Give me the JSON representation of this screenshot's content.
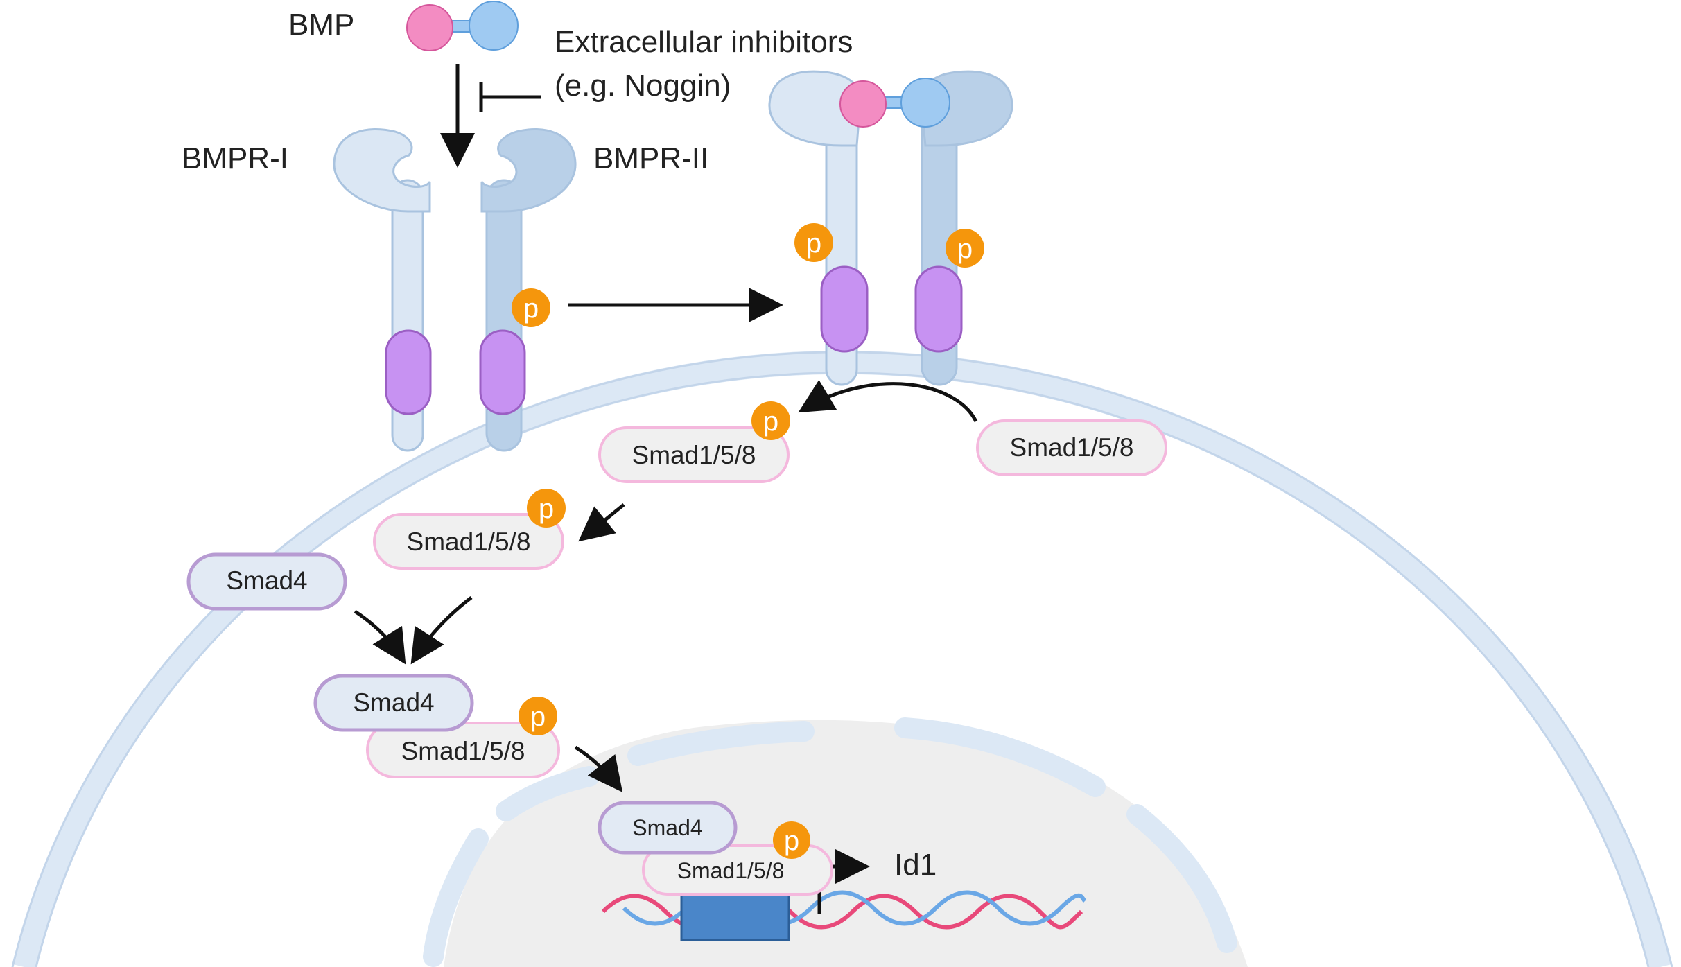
{
  "labels": {
    "bmp": "BMP",
    "inhibitors_line1": "Extracellular inhibitors",
    "inhibitors_line2": "(e.g. Noggin)",
    "bmpr1": "BMPR-I",
    "bmpr2": "BMPR-II",
    "gene": "Id1"
  },
  "proteins": {
    "smad158": "Smad1/5/8",
    "smad4": "Smad4",
    "phospho": "p"
  },
  "colors": {
    "membrane": "#dce8f5",
    "membrane_edge": "#c3d5ea",
    "receptor_light": "#dbe7f4",
    "receptor_dark": "#b9d0e8",
    "receptor_edge": "#a9c3df",
    "transmembrane": "#c792f2",
    "transmembrane_edge": "#9b5fc4",
    "phospho": "#f5960c",
    "bmp_pink": "#f38cc2",
    "bmp_blue": "#9fcaf2",
    "smad158_fill": "#f0f0f0",
    "smad158_edge": "#f4b8dd",
    "smad4_fill": "#e2eaf4",
    "smad4_edge": "#b79bd2",
    "nucleus": "#eeeeee",
    "dna_pink": "#e8497a",
    "dna_blue": "#6aa7e6",
    "gene_box": "#4a86c9"
  }
}
